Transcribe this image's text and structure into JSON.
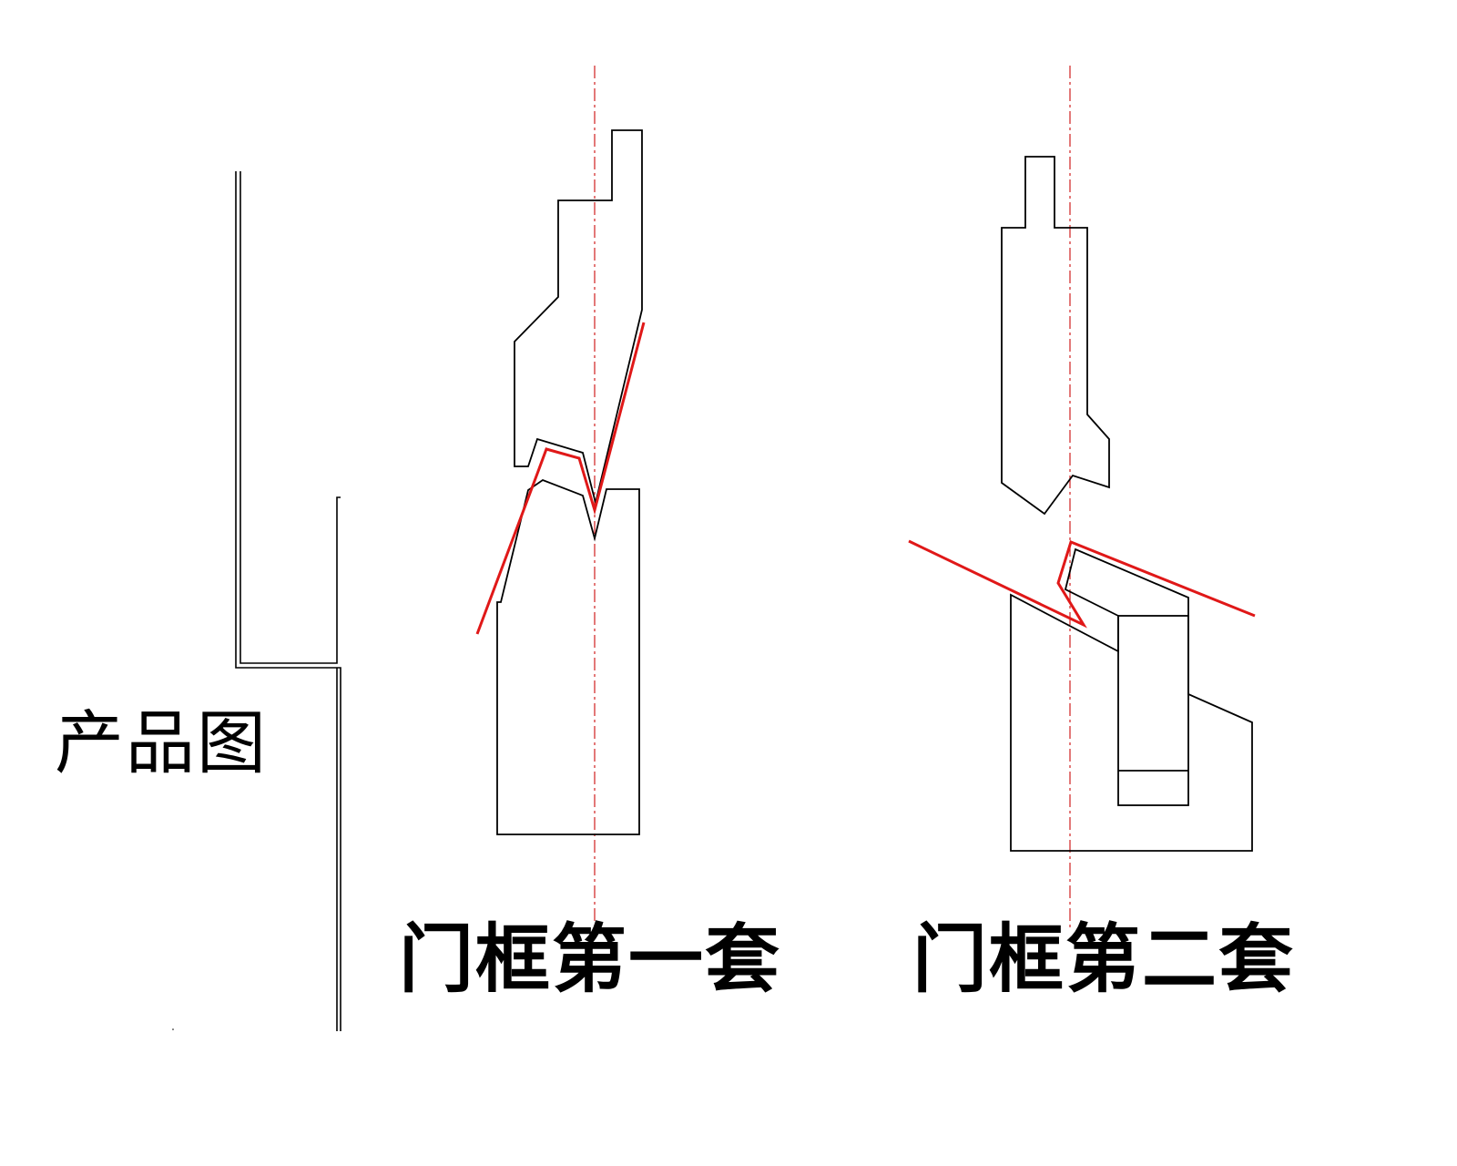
{
  "labels": {
    "product": "产品图",
    "set1": "门框第一套",
    "set2": "门框第二套"
  },
  "colors": {
    "tooling_outline": "#000000",
    "sheet_profile": "#e01818",
    "centerline": "#d02020",
    "background": "#ffffff"
  }
}
